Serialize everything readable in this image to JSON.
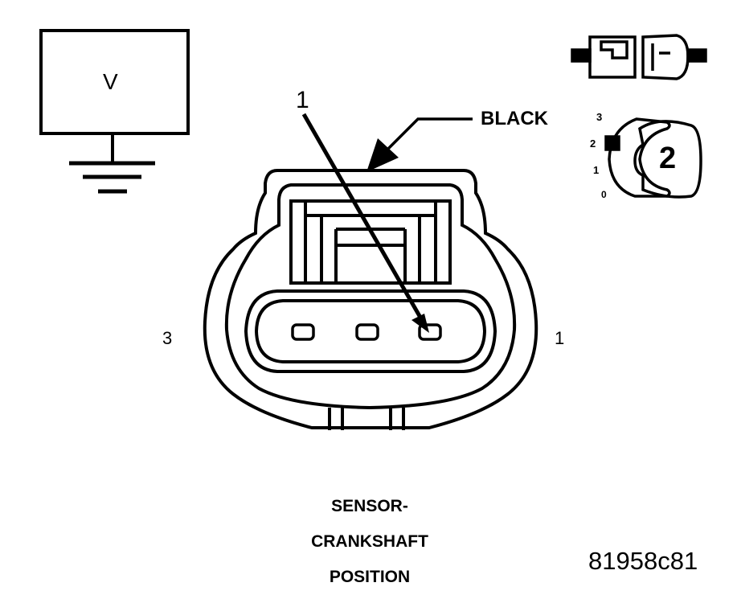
{
  "meter": {
    "symbol": "V"
  },
  "callout": {
    "number": "1",
    "color_label": "BLACK"
  },
  "connector": {
    "pin_left": "3",
    "pin_right": "1"
  },
  "view_indicator": {
    "positions": [
      "3",
      "2",
      "1",
      "0"
    ],
    "key_number": "2"
  },
  "title": {
    "line1": "SENSOR-",
    "line2": "CRANKSHAFT",
    "line3": "POSITION"
  },
  "figure_id": "81958c81"
}
